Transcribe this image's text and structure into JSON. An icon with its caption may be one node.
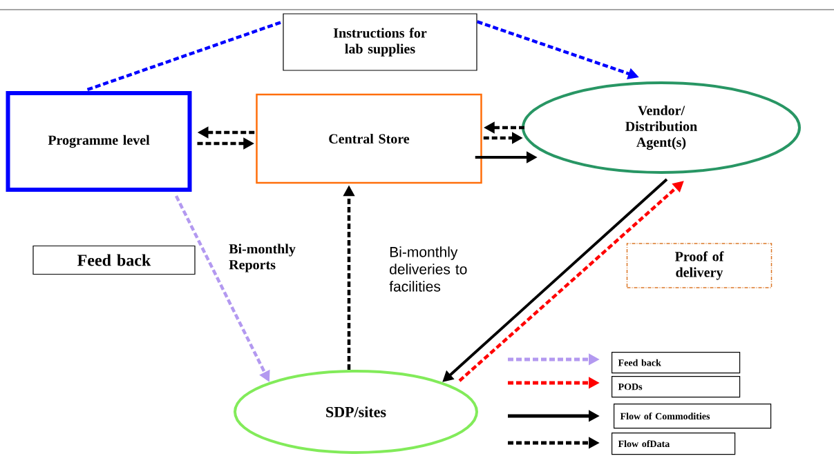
{
  "diagram": {
    "nodes": [
      {
        "text": [
          "Instructions for lab supplies"
        ]
      },
      {
        "text": [
          "Programme level"
        ]
      },
      {
        "text": [
          "Central Store"
        ]
      },
      {
        "text": [
          "Vendor/ Distribution Agent(s)"
        ]
      },
      {
        "text": [
          "Feed back"
        ]
      },
      {
        "text": [
          "SDP/sites"
        ]
      },
      {
        "text": [
          "Proof of delivery"
        ]
      }
    ],
    "edges": [
      {
        "from": 1,
        "to": 0,
        "arrow": "none",
        "style": "dashed",
        "color": "#0000ff"
      },
      {
        "from": 0,
        "to": 3,
        "arrow": "to",
        "style": "dashed",
        "color": "#0000ff"
      },
      {
        "from": 2,
        "to": 1,
        "arrow": "to",
        "style": "dashed"
      },
      {
        "from": 1,
        "to": 2,
        "arrow": "to",
        "style": "dashed"
      },
      {
        "from": 3,
        "to": 2,
        "arrow": "to",
        "style": "dashed"
      },
      {
        "from": 2,
        "to": 3,
        "arrow": "to",
        "style": "dashed"
      },
      {
        "from": 2,
        "to": 3,
        "arrow": "to"
      },
      {
        "from": 5,
        "to": 2,
        "arrow": "to",
        "style": "dashed"
      },
      {
        "from": 3,
        "to": 5,
        "arrow": "to"
      },
      {
        "from": 5,
        "to": 3,
        "arrow": "to",
        "style": "dashed",
        "color": "#ff0000"
      },
      {
        "from": 1,
        "to": 5,
        "arrow": "to",
        "style": "dashed",
        "color": "#b399f0"
      }
    ],
    "labels": [
      "Bi-monthly Reports",
      "Bi-monthly deliveries to facilities"
    ],
    "legend": [
      {
        "text": "Feed back"
      },
      {
        "text": "PODs"
      },
      {
        "text": "Flow of Commodities"
      },
      {
        "text": "Flow ofData"
      }
    ]
  }
}
